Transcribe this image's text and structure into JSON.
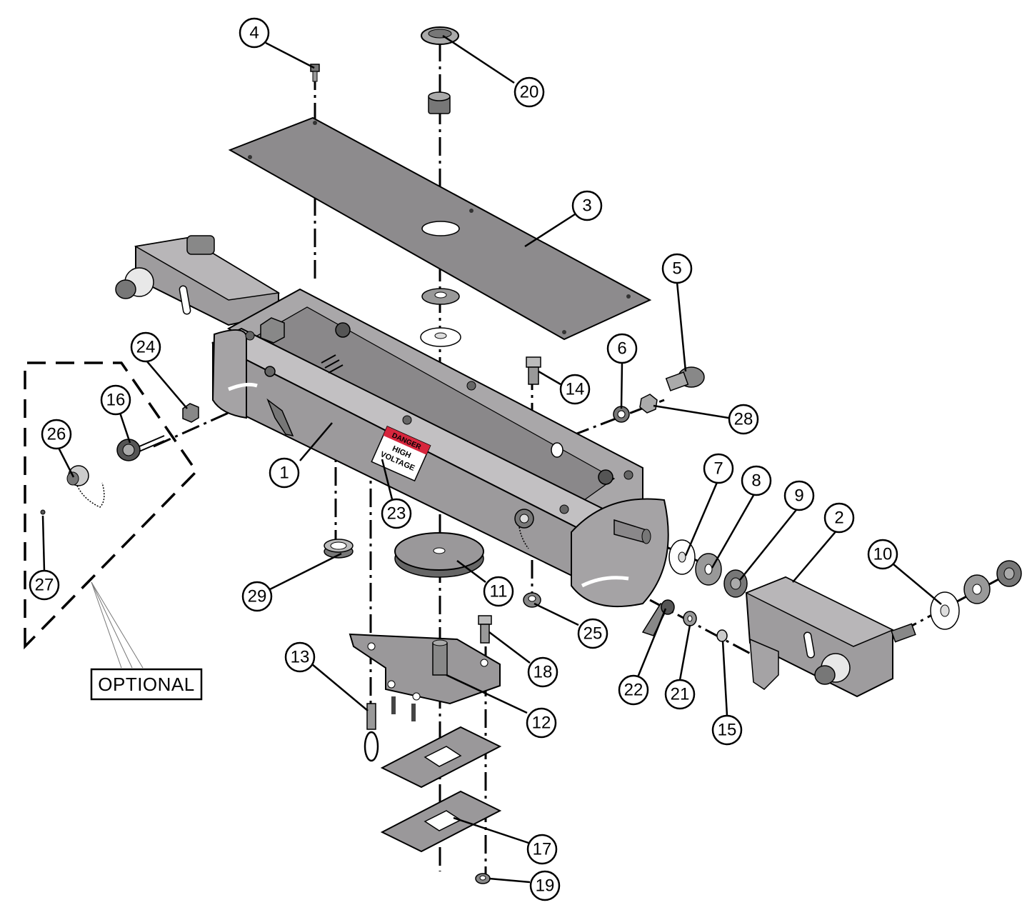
{
  "diagram": {
    "optional_label": "OPTIONAL",
    "sign": {
      "header": "DANGER",
      "line1": "HIGH",
      "line2": "VOLTAGE"
    },
    "callouts": [
      {
        "id": "c1",
        "label": "1"
      },
      {
        "id": "c2",
        "label": "2"
      },
      {
        "id": "c3",
        "label": "3"
      },
      {
        "id": "c4",
        "label": "4"
      },
      {
        "id": "c5",
        "label": "5"
      },
      {
        "id": "c6",
        "label": "6"
      },
      {
        "id": "c7",
        "label": "7"
      },
      {
        "id": "c8",
        "label": "8"
      },
      {
        "id": "c9",
        "label": "9"
      },
      {
        "id": "c10",
        "label": "10"
      },
      {
        "id": "c11",
        "label": "11"
      },
      {
        "id": "c12",
        "label": "12"
      },
      {
        "id": "c13",
        "label": "13"
      },
      {
        "id": "c14",
        "label": "14"
      },
      {
        "id": "c15",
        "label": "15"
      },
      {
        "id": "c16",
        "label": "16"
      },
      {
        "id": "c17",
        "label": "17"
      },
      {
        "id": "c18",
        "label": "18"
      },
      {
        "id": "c19",
        "label": "19"
      },
      {
        "id": "c20",
        "label": "20"
      },
      {
        "id": "c21",
        "label": "21"
      },
      {
        "id": "c22",
        "label": "22"
      },
      {
        "id": "c23",
        "label": "23"
      },
      {
        "id": "c24",
        "label": "24"
      },
      {
        "id": "c25",
        "label": "25"
      },
      {
        "id": "c26",
        "label": "26"
      },
      {
        "id": "c27",
        "label": "27"
      },
      {
        "id": "c28",
        "label": "28"
      },
      {
        "id": "c29",
        "label": "29"
      }
    ]
  }
}
